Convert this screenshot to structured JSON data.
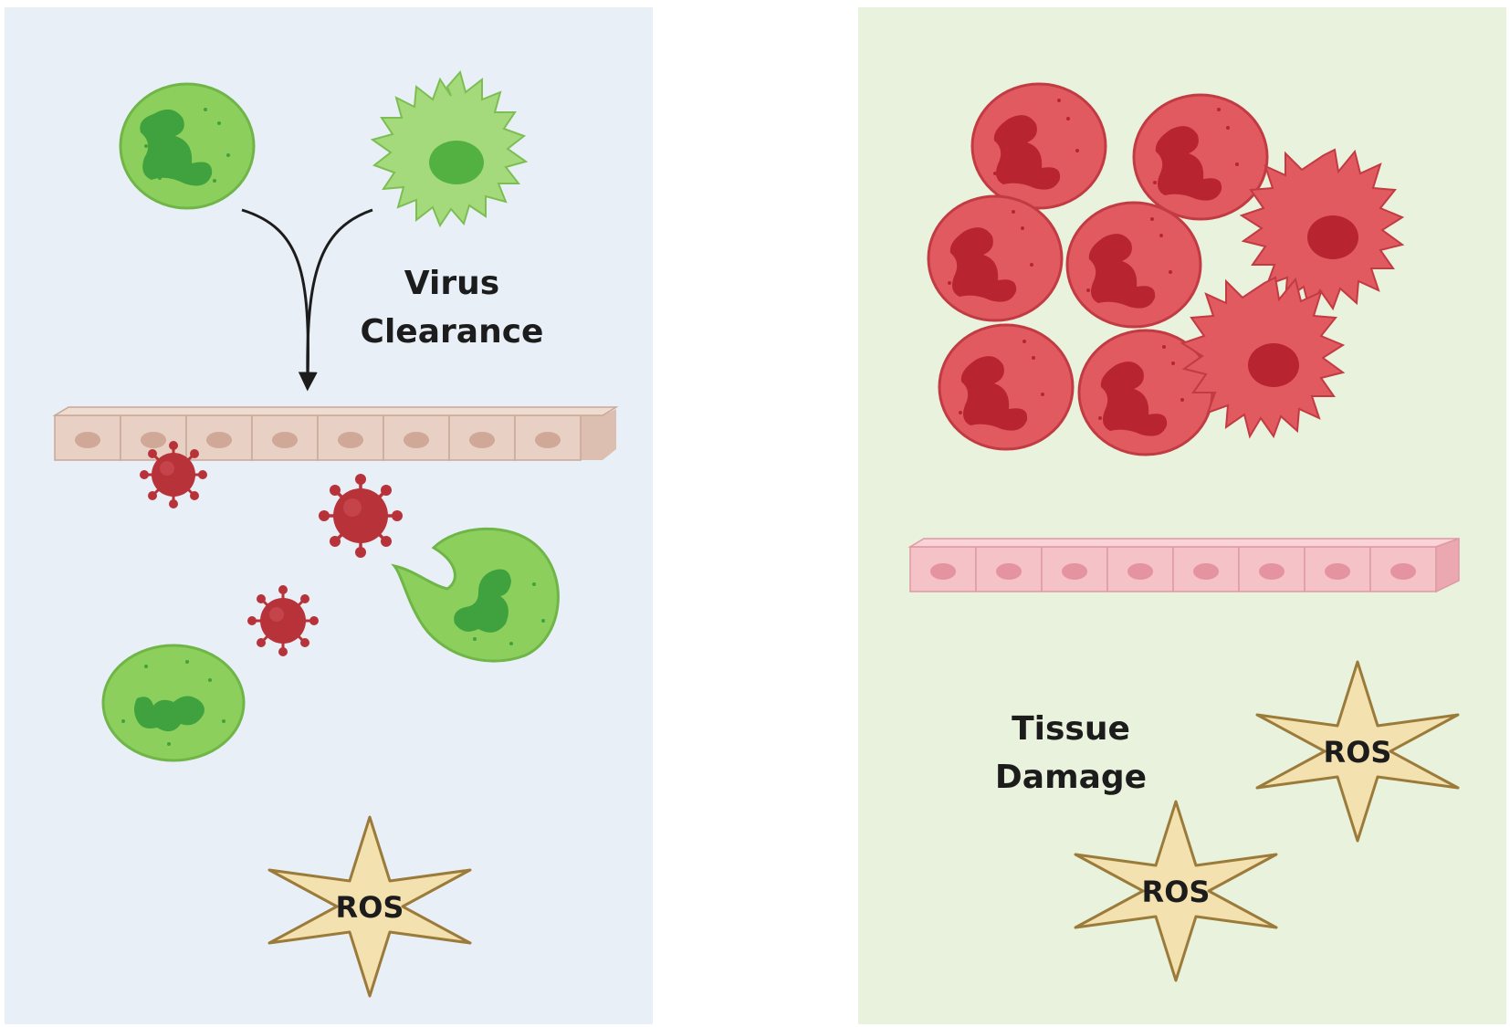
{
  "left_panel": {
    "label_line1": "Virus",
    "label_line2": "Clearance",
    "ros_label": "ROS",
    "background": "#e9eff7"
  },
  "right_panel": {
    "label_line1": "Tissue",
    "label_line2": "Damage",
    "ros_label_1": "ROS",
    "ros_label_2": "ROS",
    "background": "#e9f2dc"
  },
  "colors": {
    "healthy_cell": "#8ccf5c",
    "healthy_nucleus": "#3fa23f",
    "activated_cell": "#e05a60",
    "activated_nucleus": "#b8242f",
    "virus": "#b8323a",
    "ros_star": "#f4e1b0",
    "ros_outline": "#9b7b3a",
    "epithelium_left": "#e5cbbd",
    "epithelium_right": "#f2b4bc"
  }
}
